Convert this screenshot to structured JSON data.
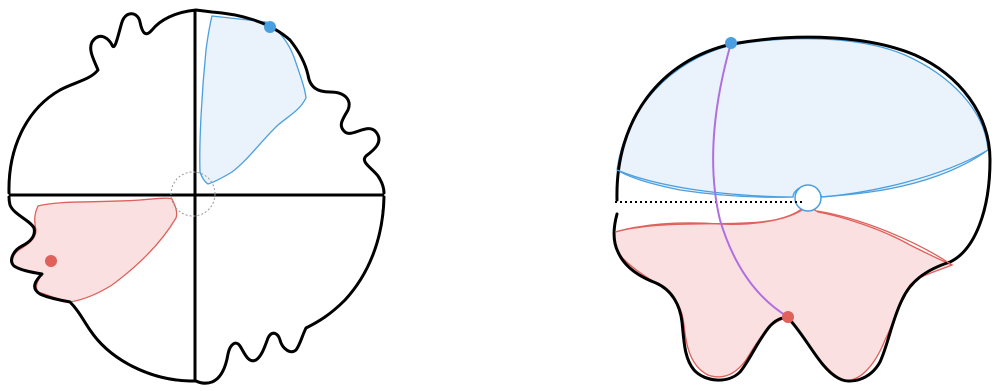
{
  "colors": {
    "outline": "#000000",
    "blue_stroke": "#4a9fe0",
    "blue_fill": "#eaf3fc",
    "red_stroke": "#e0605a",
    "red_fill": "#fbe0e2",
    "purple_path": "#b06fe0",
    "blue_point": "#4a9fe0",
    "red_point": "#e0605a",
    "guide": "#999999"
  },
  "left_figure": {
    "shape": "wavy closed curve split by vertical and horizontal axes",
    "regions": [
      "blue-shaded-upper-right-sector",
      "red-shaded-lower-left-sector"
    ],
    "points": [
      "blue-point",
      "red-point"
    ],
    "features": [
      "center-dashed-circle"
    ]
  },
  "right_figure": {
    "shape": "rounded blob with wavy lower lobes",
    "regions": [
      "blue-shaded-upper-region",
      "red-shaded-lower-region"
    ],
    "points": [
      "blue-point",
      "red-point"
    ],
    "features": [
      "purple-connecting-path",
      "dotted-horizontal-segment",
      "small-open-circle"
    ]
  }
}
